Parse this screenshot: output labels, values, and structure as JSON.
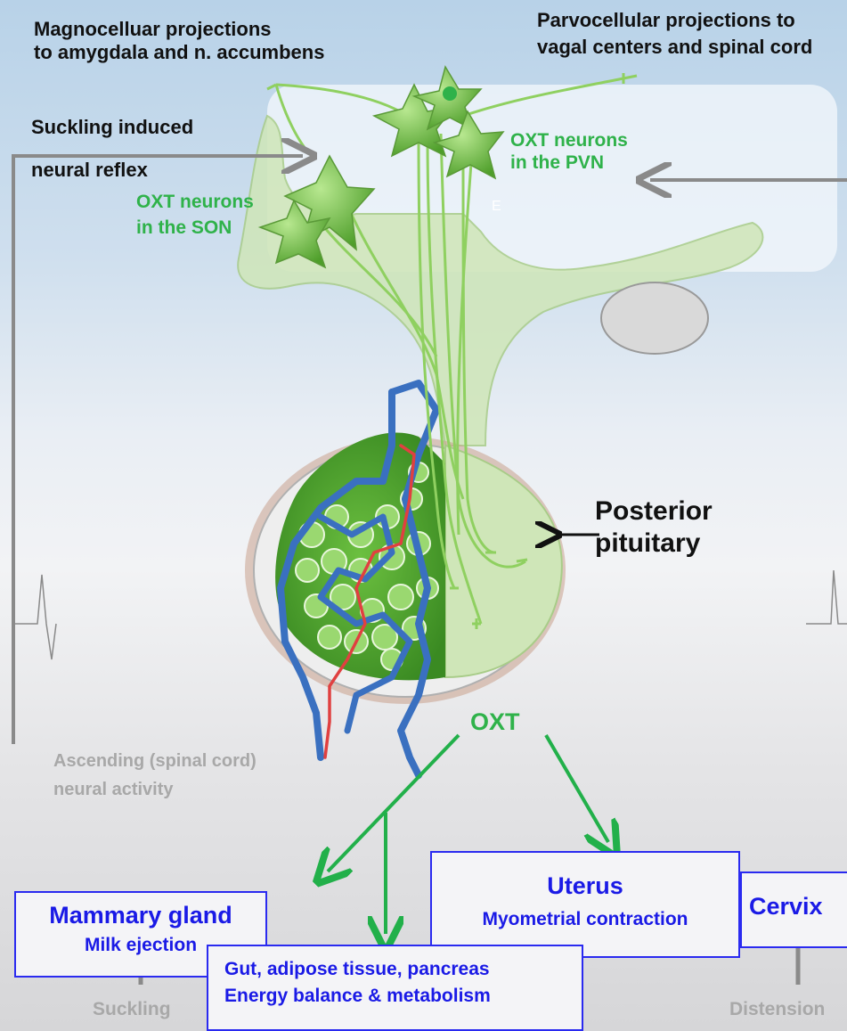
{
  "labels": {
    "magno_line1": "Magnocelluar projections",
    "magno_line2": "to amygdala and n. accumbens",
    "parvo_line1": "Parvocellular projections to",
    "parvo_line2": "vagal centers and spinal cord",
    "suckling_reflex_line1": "Suckling induced",
    "suckling_reflex_line2": "neural reflex",
    "pvn_line1": "OXT neurons",
    "pvn_line2": "in the PVN",
    "son_line1": "OXT neurons",
    "son_line2": "in the SON",
    "stray_letter": "E",
    "posterior_line1": "Posterior",
    "posterior_line2": "pituitary",
    "oxt": "OXT",
    "ascending_line1": "Ascending (spinal  cord)",
    "ascending_line2": "neural activity",
    "suckling": "Suckling",
    "distension": "Distension"
  },
  "boxes": {
    "mammary": {
      "title": "Mammary gland",
      "subtitle": "Milk ejection"
    },
    "uterus": {
      "title": "Uterus",
      "subtitle": "Myometrial contraction"
    },
    "cervix": {
      "title": "Cervix"
    },
    "gut": {
      "line1": "Gut, adipose tissue, pancreas",
      "line2": "Energy balance & metabolism"
    }
  },
  "colors": {
    "neuron_green": "#7cc84a",
    "axon_green": "#8fd060",
    "label_green": "#2fb24a",
    "arrow_green": "#22b04a",
    "box_blue": "#2a2af0",
    "vessel_blue": "#3a70c0",
    "vessel_red": "#e04040",
    "feedback_gray": "#8a8a8a"
  }
}
